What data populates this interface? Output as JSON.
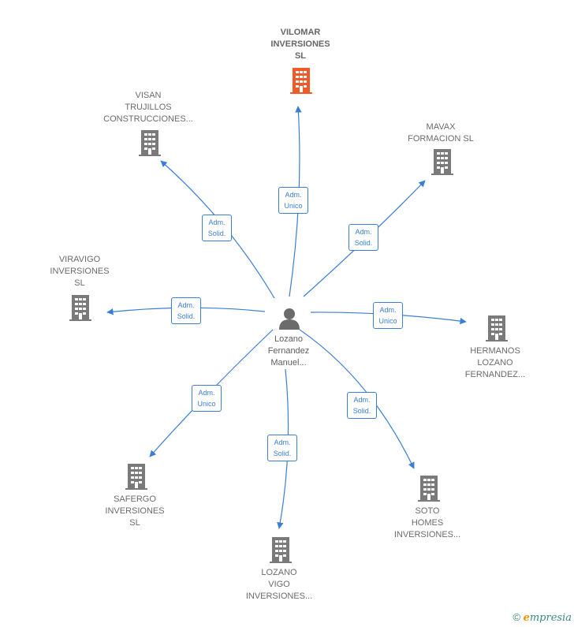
{
  "center": {
    "lines": [
      "Lozano",
      "Fernandez",
      "Manuel..."
    ],
    "icon": "person-icon"
  },
  "nodes": [
    {
      "id": "vilomar",
      "lines": [
        "VILOMAR",
        "INVERSIONES",
        "SL"
      ],
      "main": true,
      "color": "#f05a28",
      "icon": "building-icon"
    },
    {
      "id": "visan",
      "lines": [
        "VISAN",
        "TRUJILLOS",
        "CONSTRUCCIONES..."
      ],
      "color": "#7a7a7a",
      "icon": "building-icon"
    },
    {
      "id": "mavax",
      "lines": [
        "MAVAX",
        "FORMACION  SL"
      ],
      "color": "#7a7a7a",
      "icon": "building-icon"
    },
    {
      "id": "viravigo",
      "lines": [
        "VIRAVIGO",
        "INVERSIONES",
        "SL"
      ],
      "color": "#7a7a7a",
      "icon": "building-icon"
    },
    {
      "id": "hermanos",
      "lines": [
        "HERMANOS",
        "LOZANO",
        "FERNANDEZ..."
      ],
      "color": "#7a7a7a",
      "icon": "building-icon"
    },
    {
      "id": "safergo",
      "lines": [
        "SAFERGO",
        "INVERSIONES",
        "SL"
      ],
      "color": "#7a7a7a",
      "icon": "building-icon"
    },
    {
      "id": "soto",
      "lines": [
        "SOTO",
        "HOMES",
        "INVERSIONES..."
      ],
      "color": "#7a7a7a",
      "icon": "building-icon"
    },
    {
      "id": "lozano-vigo",
      "lines": [
        "LOZANO",
        "VIGO",
        "INVERSIONES..."
      ],
      "color": "#7a7a7a",
      "icon": "building-icon"
    }
  ],
  "edges": [
    {
      "to": "vilomar",
      "label": [
        "Adm.",
        "Unico"
      ]
    },
    {
      "to": "visan",
      "label": [
        "Adm.",
        "Solid."
      ]
    },
    {
      "to": "mavax",
      "label": [
        "Adm.",
        "Solid."
      ]
    },
    {
      "to": "viravigo",
      "label": [
        "Adm.",
        "Solid."
      ]
    },
    {
      "to": "hermanos",
      "label": [
        "Adm.",
        "Unico"
      ]
    },
    {
      "to": "safergo",
      "label": [
        "Adm.",
        "Unico"
      ]
    },
    {
      "to": "soto",
      "label": [
        "Adm.",
        "Solid."
      ]
    },
    {
      "to": "lozano-vigo",
      "label": [
        "Adm.",
        "Solid."
      ]
    }
  ],
  "colors": {
    "edge": "#3a7fd5",
    "person": "#6b6b6b"
  },
  "footer": {
    "copyright": "©",
    "brand_initial": "e",
    "brand_rest": "mpresia"
  }
}
